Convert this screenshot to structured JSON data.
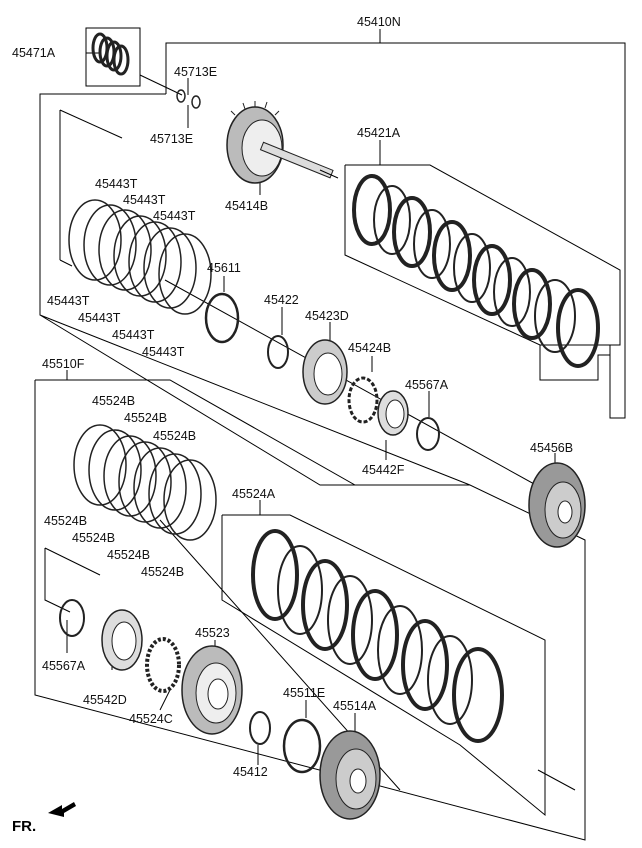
{
  "diagram": {
    "labels": {
      "p45410N": "45410N",
      "p45471A": "45471A",
      "p45713E_a": "45713E",
      "p45713E_b": "45713E",
      "p45421A": "45421A",
      "p45414B": "45414B",
      "p45443T_1": "45443T",
      "p45443T_2": "45443T",
      "p45443T_3": "45443T",
      "p45443T_4": "45443T",
      "p45443T_5": "45443T",
      "p45443T_6": "45443T",
      "p45443T_7": "45443T",
      "p45611": "45611",
      "p45422": "45422",
      "p45423D": "45423D",
      "p45424B": "45424B",
      "p45567A_a": "45567A",
      "p45442F": "45442F",
      "p45456B": "45456B",
      "p45510F": "45510F",
      "p45524B_1": "45524B",
      "p45524B_2": "45524B",
      "p45524B_3": "45524B",
      "p45524B_4": "45524B",
      "p45524B_5": "45524B",
      "p45524B_6": "45524B",
      "p45524B_7": "45524B",
      "p45524A": "45524A",
      "p45567A_b": "45567A",
      "p45542D": "45542D",
      "p45523": "45523",
      "p45524C": "45524C",
      "p45511E": "45511E",
      "p45514A": "45514A",
      "p45412": "45412"
    },
    "front_indicator": "FR."
  }
}
